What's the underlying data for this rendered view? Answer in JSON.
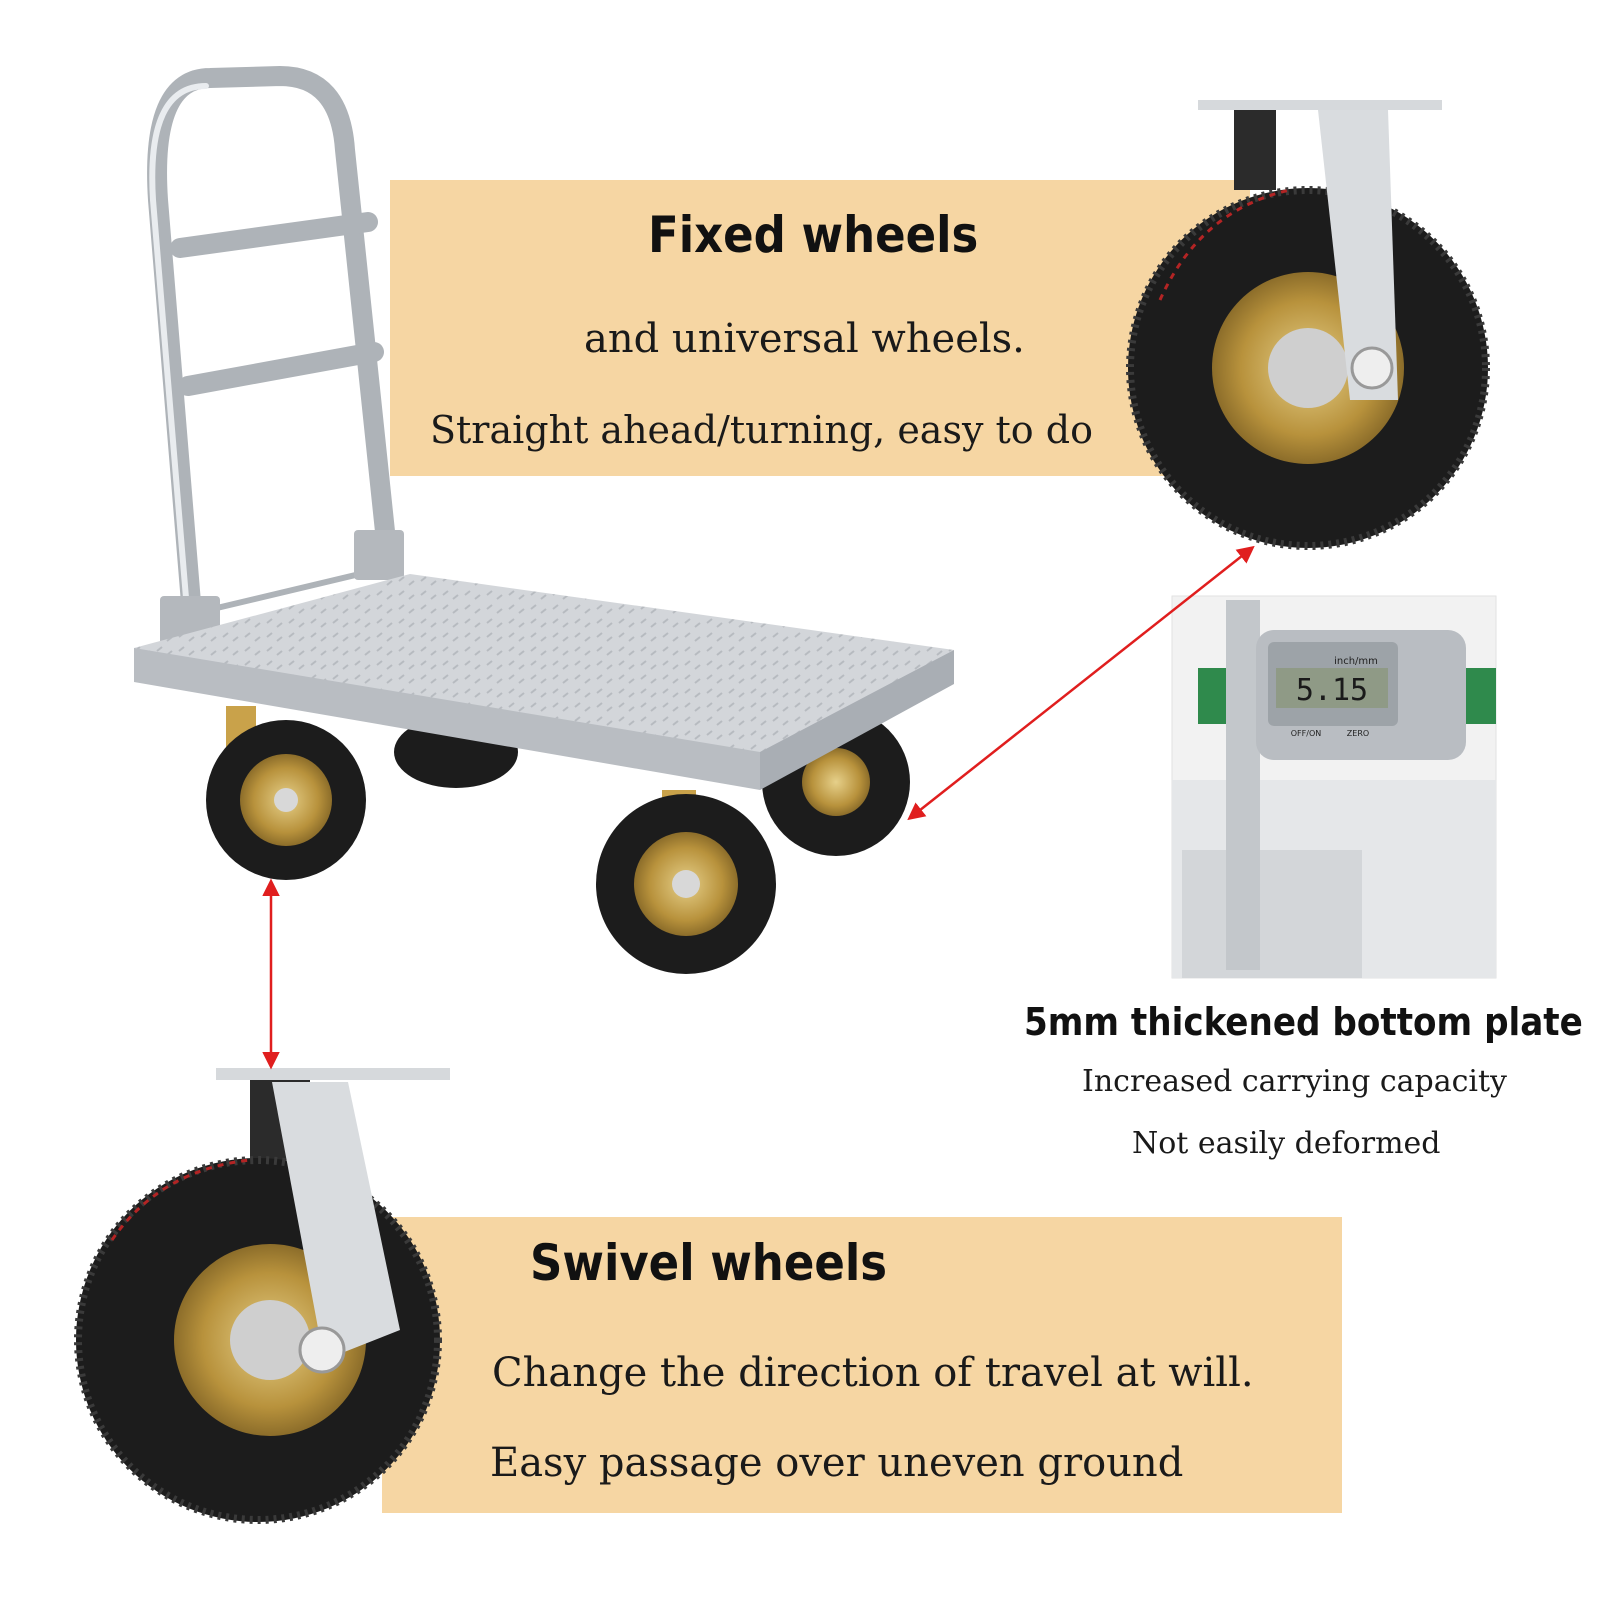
{
  "colors": {
    "panel": "#f6d6a3",
    "arrow": "#e01e1e",
    "tire": "#1c1c1c",
    "rim": "#c9a24a",
    "steel": "#c8cbcf"
  },
  "fixed_section": {
    "heading": "Fixed wheels",
    "line1": "and universal wheels.",
    "line2": "Straight ahead/turning, easy to do"
  },
  "plate_section": {
    "heading": "5mm thickened bottom plate",
    "line1": "Increased carrying capacity",
    "line2": "Not easily deformed",
    "caliper_reading": "5.15",
    "caliper_unit": "inch/mm",
    "caliper_btn_left": "OFF/ON",
    "caliper_btn_right": "ZERO"
  },
  "swivel_section": {
    "heading": "Swivel wheels",
    "line1": "Change the direction of travel at will.",
    "line2": "Easy passage over uneven ground"
  }
}
